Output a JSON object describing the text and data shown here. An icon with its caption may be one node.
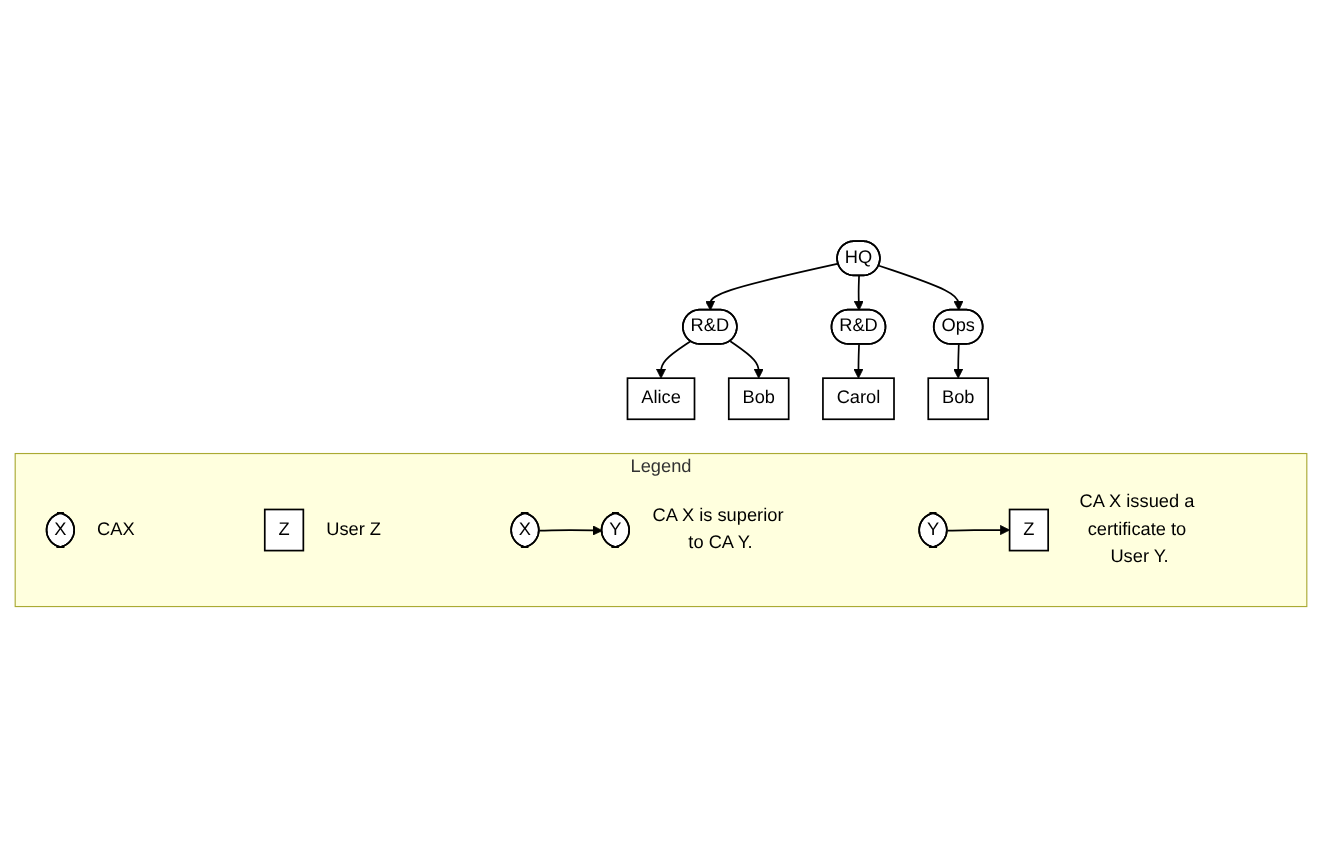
{
  "diagram": {
    "nodes": [
      {
        "text": [
          "HQ"
        ]
      },
      {
        "text": [
          "R&D"
        ]
      },
      {
        "text": [
          "R&D"
        ]
      },
      {
        "text": [
          "Ops"
        ]
      },
      {
        "text": [
          "Alice"
        ]
      },
      {
        "text": [
          "Bob"
        ]
      },
      {
        "text": [
          "Carol"
        ]
      },
      {
        "text": [
          "Bob"
        ]
      },
      {
        "text": [
          "Legend"
        ]
      },
      {
        "text": [
          "X"
        ],
        "in": 8,
        "beside": [
          "CAX"
        ]
      },
      {
        "text": [
          "Z"
        ],
        "in": 8,
        "beside": [
          "User Z"
        ]
      },
      {
        "text": [
          "X"
        ],
        "in": 8
      },
      {
        "text": [
          "Y"
        ],
        "in": 8,
        "beside": [
          "CA X is superior to CA Y."
        ]
      },
      {
        "text": [
          "Y"
        ],
        "in": 8
      },
      {
        "text": [
          "Z"
        ],
        "in": 8,
        "beside": [
          "CA X issued a certificate to User Y."
        ]
      }
    ],
    "edges": [
      {
        "from": 0,
        "to": 1,
        "arrow": "to"
      },
      {
        "from": 0,
        "to": 2,
        "arrow": "to"
      },
      {
        "from": 0,
        "to": 3,
        "arrow": "to"
      },
      {
        "from": 1,
        "to": 4,
        "arrow": "to"
      },
      {
        "from": 1,
        "to": 5,
        "arrow": "to"
      },
      {
        "from": 2,
        "to": 6,
        "arrow": "to"
      },
      {
        "from": 3,
        "to": 7,
        "arrow": "to"
      },
      {
        "from": 11,
        "to": 12,
        "arrow": "to"
      },
      {
        "from": 13,
        "to": 14,
        "arrow": "to"
      }
    ]
  }
}
